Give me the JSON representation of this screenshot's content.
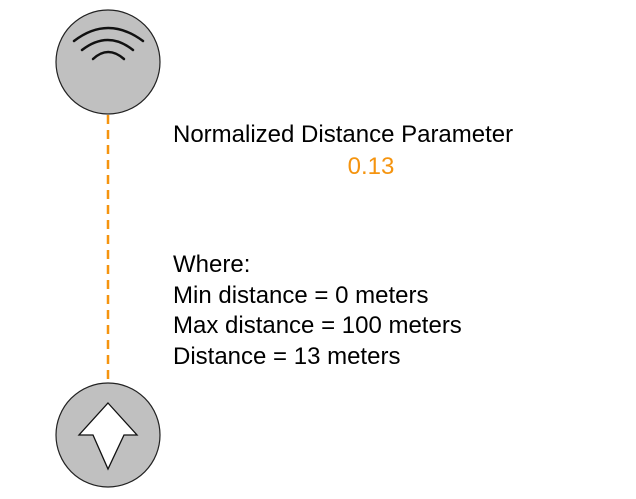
{
  "title": "Normalized Distance Parameter",
  "value": "0.13",
  "where_label": "Where:",
  "lines": [
    "Min distance = 0 meters",
    "Max distance = 100 meters",
    "Distance = 13 meters"
  ],
  "colors": {
    "accent": "#f5940f",
    "node_fill": "#c0c0c0"
  },
  "icons": {
    "top": "wifi-signal-icon",
    "bottom": "navigation-arrow-icon"
  }
}
